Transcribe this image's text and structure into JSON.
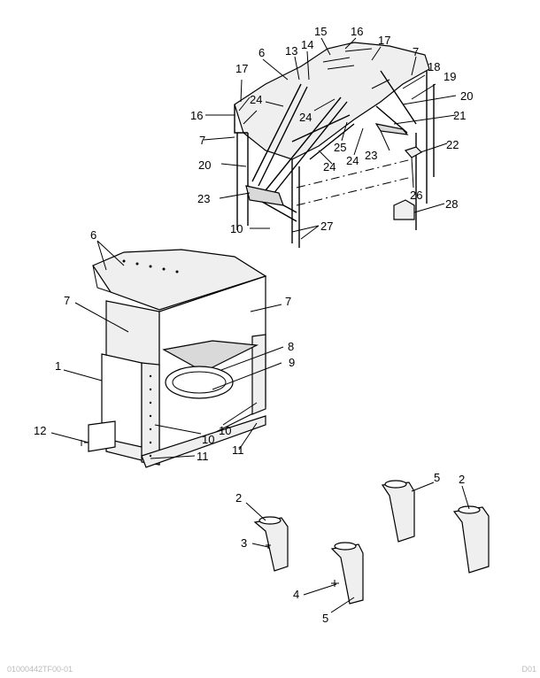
{
  "figure": {
    "callouts": [
      {
        "id": "c16a",
        "text": "16"
      },
      {
        "id": "c17a",
        "text": "17"
      },
      {
        "id": "c15",
        "text": "15"
      },
      {
        "id": "c14",
        "text": "14"
      },
      {
        "id": "c13",
        "text": "13"
      },
      {
        "id": "c6a",
        "text": "6"
      },
      {
        "id": "c7a",
        "text": "7"
      },
      {
        "id": "c18",
        "text": "18"
      },
      {
        "id": "c19",
        "text": "19"
      },
      {
        "id": "c17b",
        "text": "17"
      },
      {
        "id": "c24a",
        "text": "24"
      },
      {
        "id": "c20a",
        "text": "20"
      },
      {
        "id": "c16b",
        "text": "16"
      },
      {
        "id": "c24b",
        "text": "24"
      },
      {
        "id": "c21",
        "text": "21"
      },
      {
        "id": "c7b",
        "text": "7"
      },
      {
        "id": "c25",
        "text": "25"
      },
      {
        "id": "c24c",
        "text": "24"
      },
      {
        "id": "c23a",
        "text": "23"
      },
      {
        "id": "c22",
        "text": "22"
      },
      {
        "id": "c20b",
        "text": "20"
      },
      {
        "id": "c24d",
        "text": "24"
      },
      {
        "id": "c23b",
        "text": "23"
      },
      {
        "id": "c26",
        "text": "26"
      },
      {
        "id": "c28",
        "text": "28"
      },
      {
        "id": "c10a",
        "text": "10"
      },
      {
        "id": "c27",
        "text": "27"
      },
      {
        "id": "c6b",
        "text": "6"
      },
      {
        "id": "c7c",
        "text": "7"
      },
      {
        "id": "c7d",
        "text": "7"
      },
      {
        "id": "c8",
        "text": "8"
      },
      {
        "id": "c1",
        "text": "1"
      },
      {
        "id": "c9",
        "text": "9"
      },
      {
        "id": "c12",
        "text": "12"
      },
      {
        "id": "c10b",
        "text": "10"
      },
      {
        "id": "c10c",
        "text": "10"
      },
      {
        "id": "c11a",
        "text": "11"
      },
      {
        "id": "c11b",
        "text": "11"
      },
      {
        "id": "c2a",
        "text": "2"
      },
      {
        "id": "c5a",
        "text": "5"
      },
      {
        "id": "c2b",
        "text": "2"
      },
      {
        "id": "c3",
        "text": "3"
      },
      {
        "id": "c4",
        "text": "4"
      },
      {
        "id": "c5b",
        "text": "5"
      }
    ]
  },
  "footer": {
    "left": "01000442TF00-01",
    "right": "D01"
  }
}
